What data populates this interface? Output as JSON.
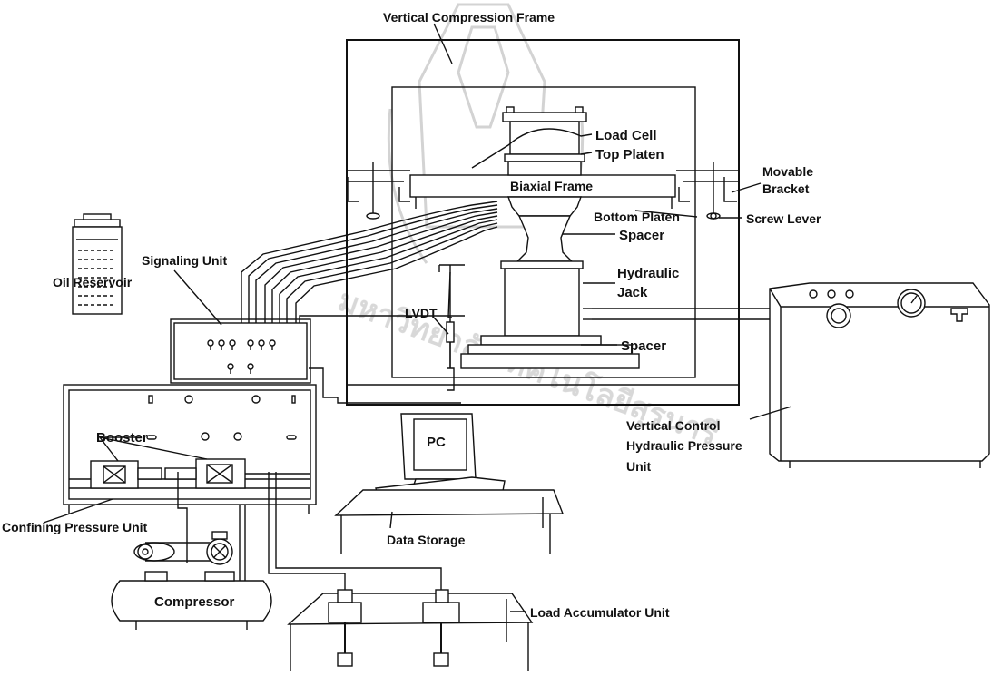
{
  "labels": {
    "vertical_compression_frame": "Vertical Compression Frame",
    "load_cell": "Load Cell",
    "top_platen": "Top Platen",
    "movable": "Movable",
    "bracket": "Bracket",
    "biaxial_frame": "Biaxial Frame",
    "bottom_platen": "Bottom Platen",
    "screw_lever": "Screw Lever",
    "spacer_upper": "Spacer",
    "signaling_unit": "Signaling Unit",
    "hydraulic": "Hydraulic",
    "jack": "Jack",
    "oil_reservoir": "Oil Reservoir",
    "lvdt": "LVDT",
    "spacer_lower": "Spacer",
    "booster": "Booster",
    "pc": "PC",
    "vertical_control": "Vertical Control",
    "hydraulic_pressure": "Hydraulic Pressure",
    "unit": "Unit",
    "confining_pressure_unit": "Confining Pressure Unit",
    "data_storage": "Data Storage",
    "compressor": "Compressor",
    "load_accumulator_unit": "Load Accumulator Unit"
  },
  "watermark": {
    "text": "มหาวิทยาลัยเทคโนโลยีสุรนารี"
  }
}
